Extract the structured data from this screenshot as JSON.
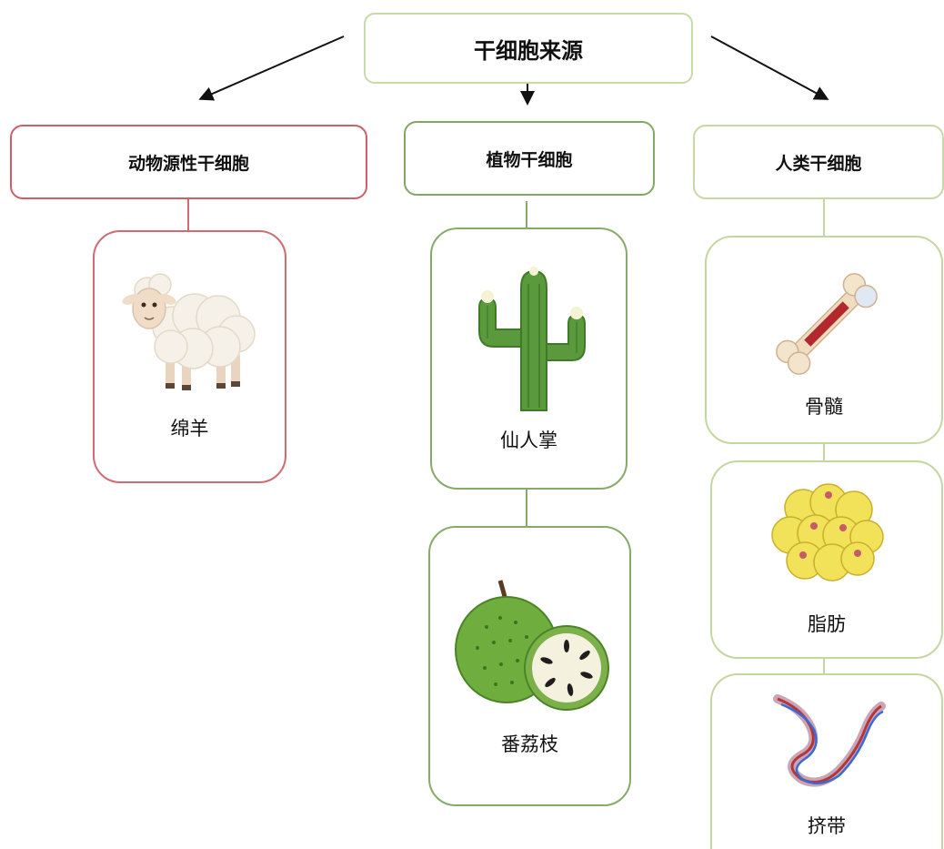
{
  "root": {
    "label": "干细胞来源"
  },
  "categories": [
    {
      "label": "动物源性干细胞",
      "items": [
        {
          "label": "绵羊",
          "icon": "sheep-icon"
        }
      ]
    },
    {
      "label": "植物干细胞",
      "items": [
        {
          "label": "仙人掌",
          "icon": "cactus-icon"
        },
        {
          "label": "番荔枝",
          "icon": "soursop-icon"
        }
      ]
    },
    {
      "label": "人类干细胞",
      "items": [
        {
          "label": "骨髓",
          "icon": "bone-icon"
        },
        {
          "label": "脂肪",
          "icon": "fat-cells-icon"
        },
        {
          "label": "挤带",
          "icon": "umbilical-cord-icon"
        }
      ]
    }
  ],
  "colors": {
    "animal": "#cf5e66",
    "plant": "#83a766",
    "human": "#c8d8a4"
  }
}
